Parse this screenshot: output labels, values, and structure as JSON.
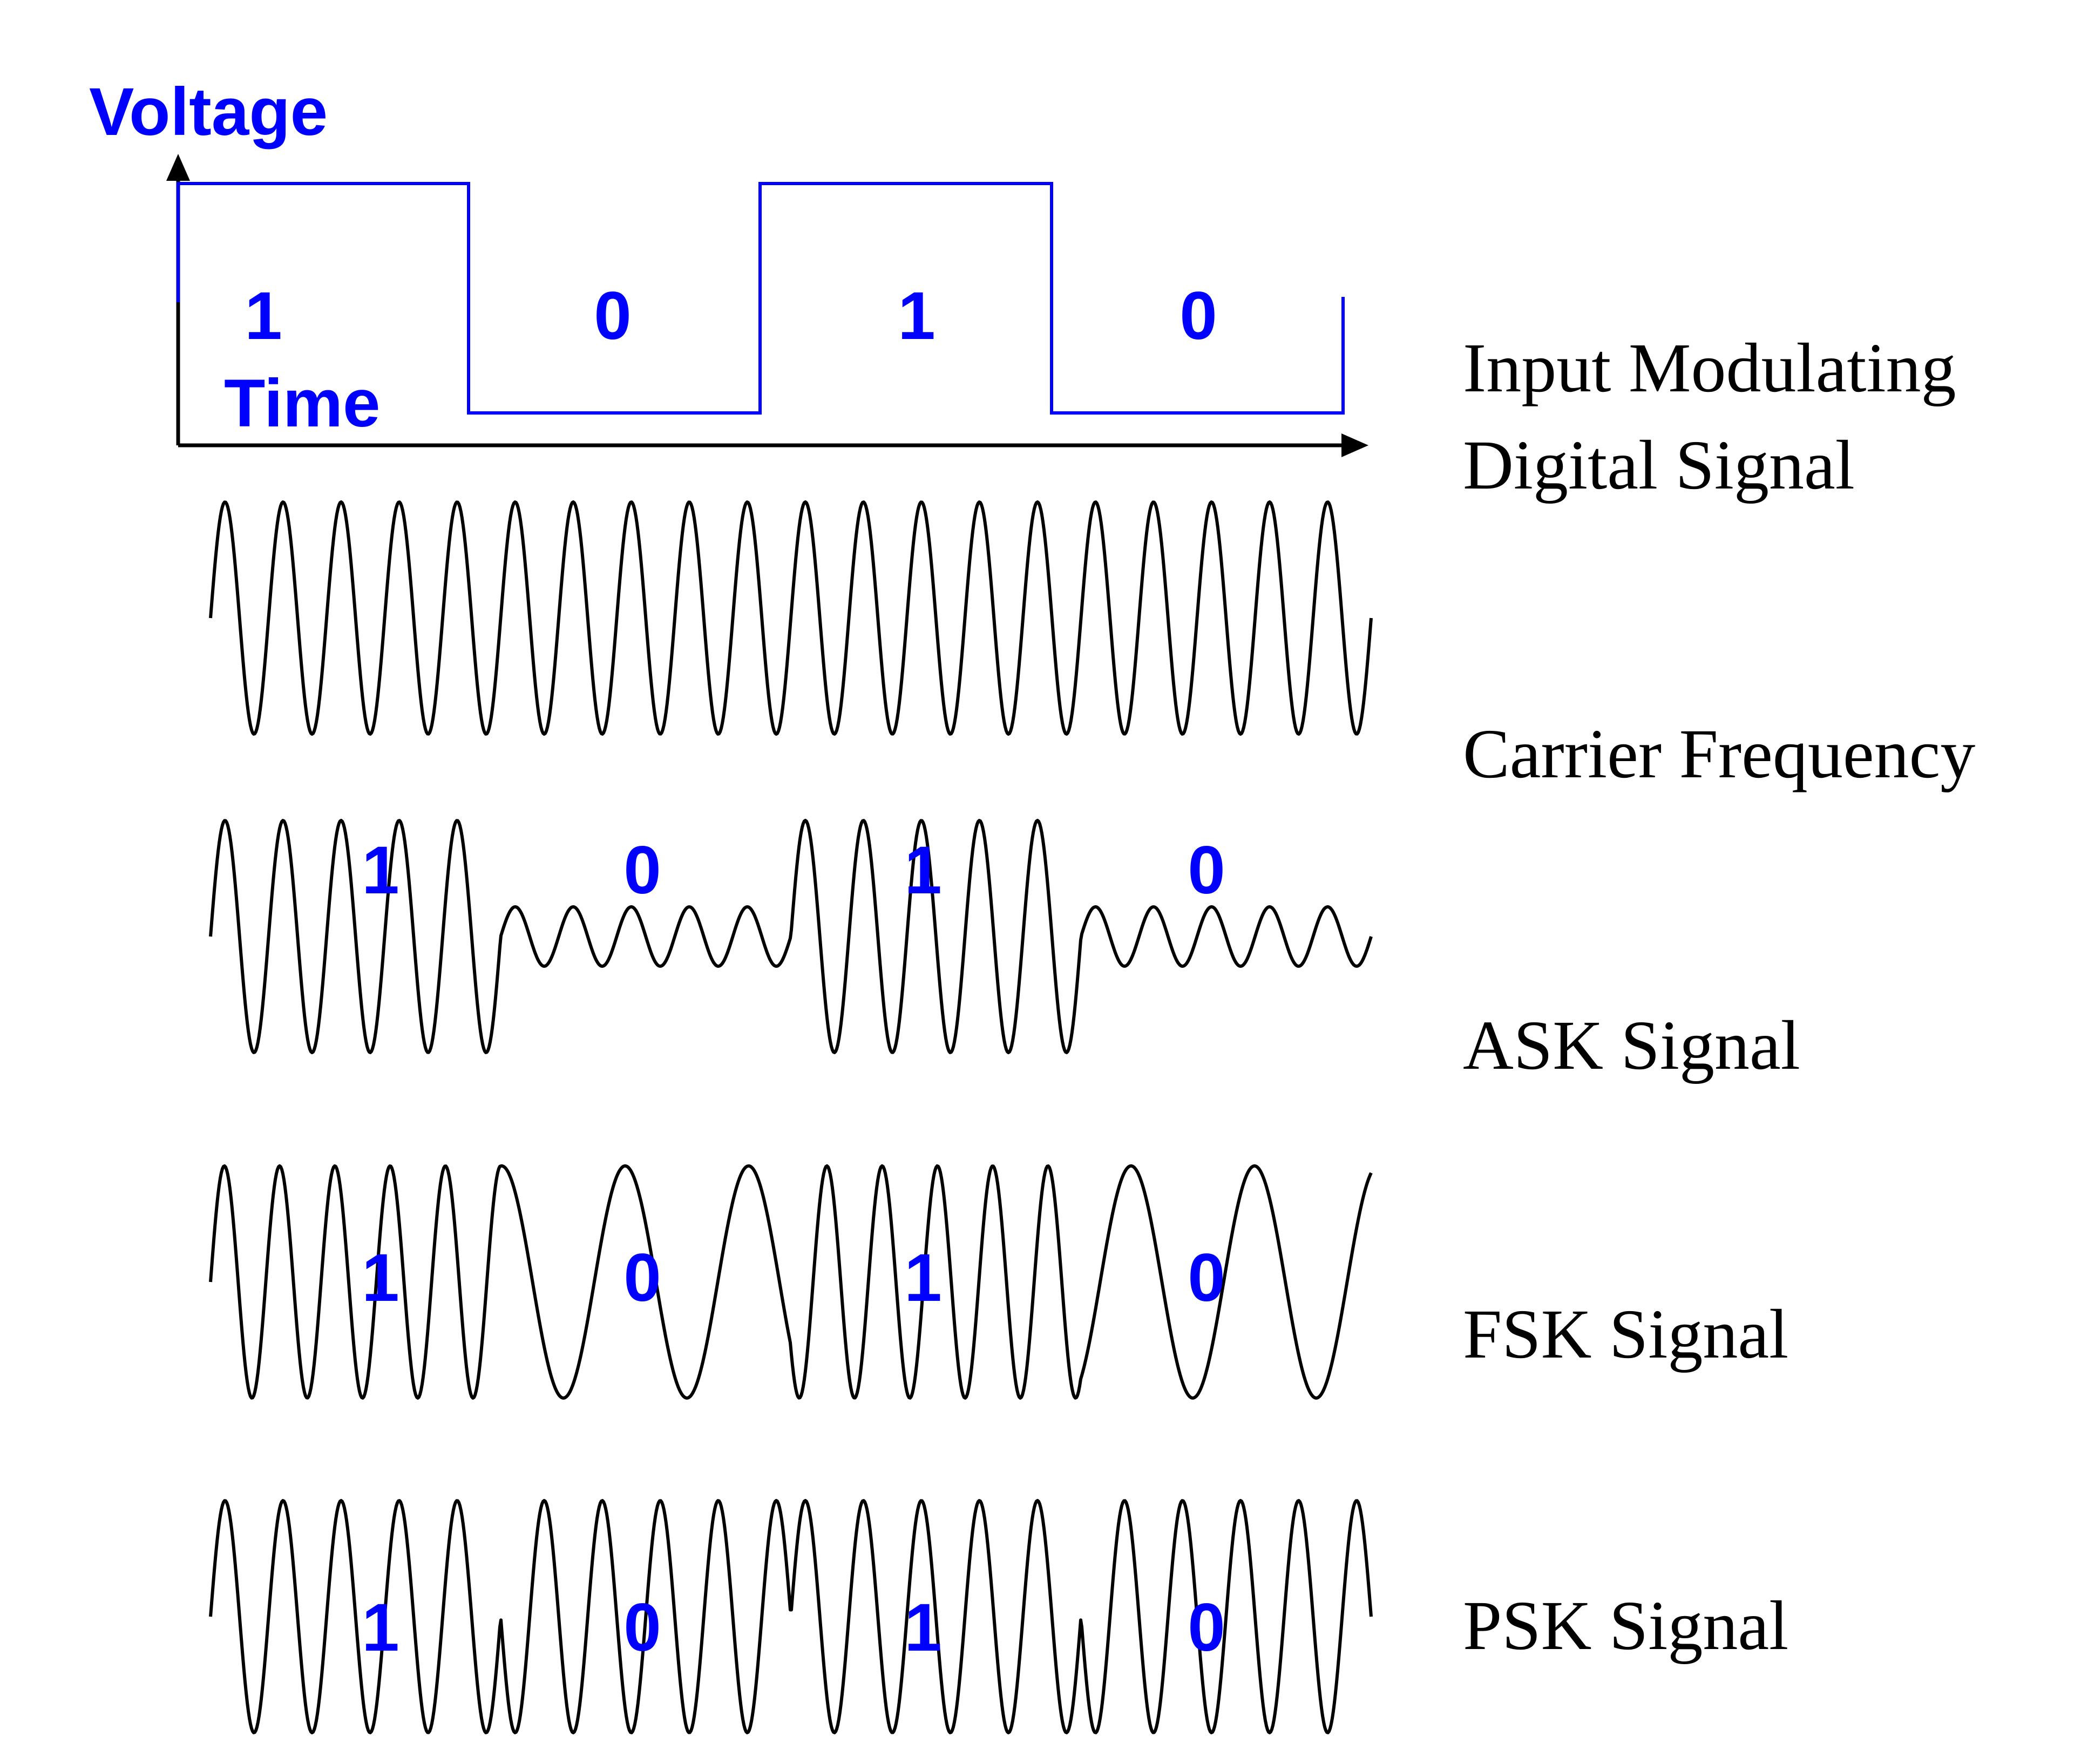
{
  "colors": {
    "signal_blue": "#0000ff",
    "wave_black": "#000000",
    "background": "#ffffff"
  },
  "axes": {
    "y_label": "Voltage",
    "x_label": "Time"
  },
  "bits": [
    "1",
    "0",
    "1",
    "0"
  ],
  "rows": {
    "input": {
      "label_line1": "Input Modulating",
      "label_line2": "Digital Signal"
    },
    "carrier": {
      "label": "Carrier Frequency"
    },
    "ask": {
      "label": "ASK Signal"
    },
    "fsk": {
      "label": "FSK Signal"
    },
    "psk": {
      "label": "PSK Signal"
    }
  }
}
